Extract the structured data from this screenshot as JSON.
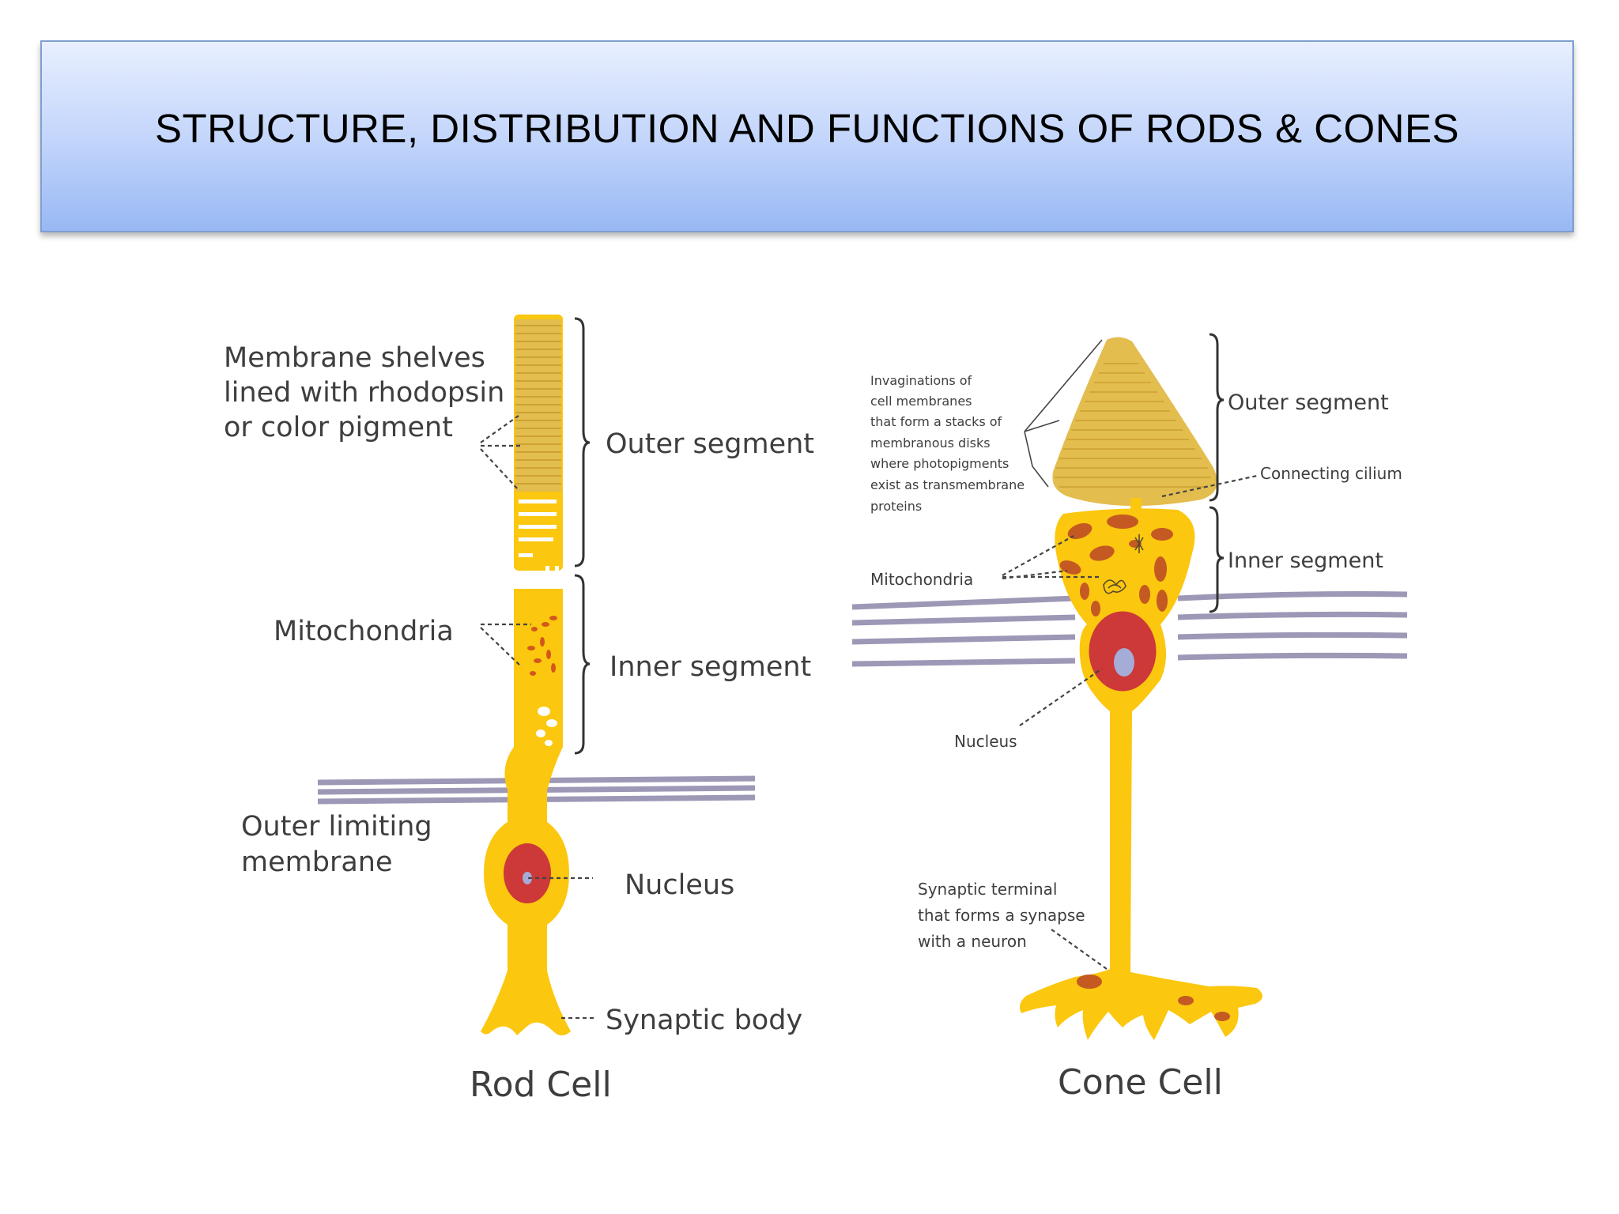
{
  "title": "STRUCTURE, DISTRIBUTION AND FUNCTIONS OF RODS & CONES",
  "colors": {
    "cell_yellow": "#fbc70f",
    "stacks": "#e3bd4e",
    "nucleus_red": "#cd3838",
    "mitochondria": "#c45a22",
    "membrane_lines": "#9d98b6"
  },
  "rod": {
    "caption": "Rod Cell",
    "membrane_shelves": [
      "Membrane shelves",
      "lined with rhodopsin",
      "or color pigment"
    ],
    "outer_segment": "Outer segment",
    "mitochondria": "Mitochondria",
    "inner_segment": "Inner segment",
    "outer_limiting_membrane": [
      "Outer limiting",
      "membrane"
    ],
    "nucleus": "Nucleus",
    "synaptic_body": "Synaptic body"
  },
  "cone": {
    "caption": "Cone Cell",
    "invaginations": [
      "Invaginations of",
      "cell membranes",
      "that form a stacks of",
      "membranous disks",
      "where photopigments",
      "exist as transmembrane",
      "proteins"
    ],
    "outer_segment": "Outer segment",
    "connecting_cilium": "Connecting cilium",
    "mitochondria": "Mitochondria",
    "inner_segment": "Inner segment",
    "nucleus": "Nucleus",
    "synaptic_terminal": [
      "Synaptic terminal",
      "that forms a synapse",
      "with a neuron"
    ]
  }
}
